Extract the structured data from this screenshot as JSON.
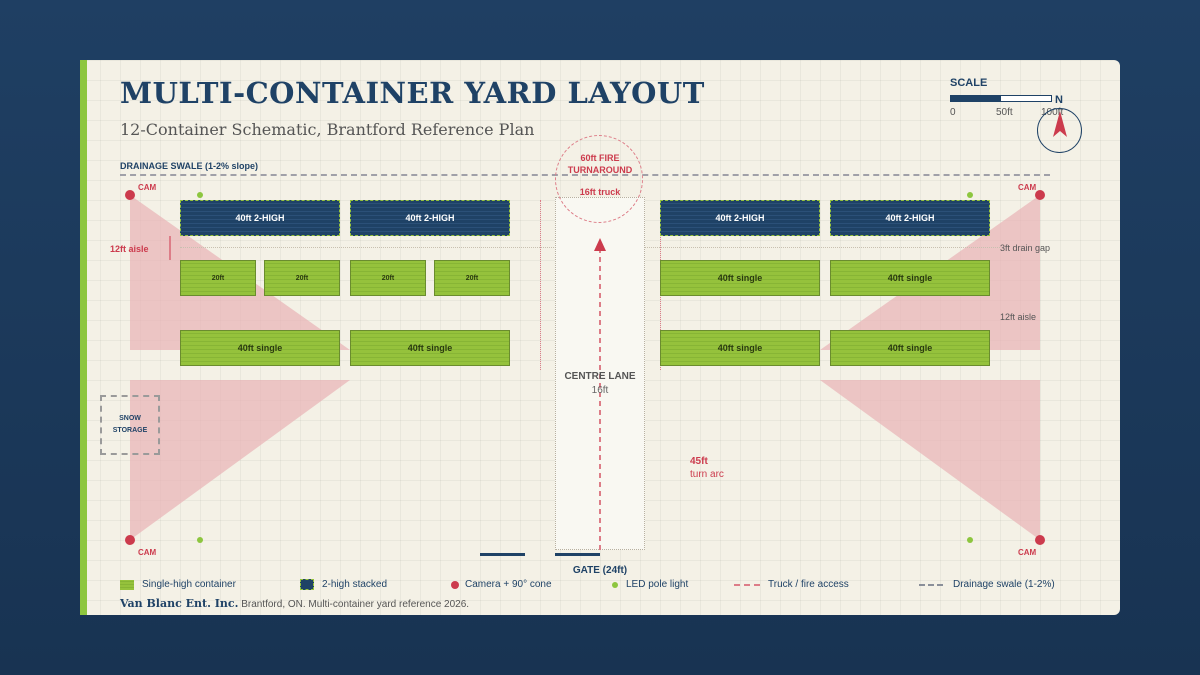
{
  "title": "MULTI-CONTAINER YARD LAYOUT",
  "subtitle": "12-Container Schematic, Brantford Reference Plan",
  "scale": {
    "label": "SCALE",
    "ticks": [
      "0",
      "50ft",
      "100ft"
    ],
    "north": "N"
  },
  "drainage": {
    "label": "DRAINAGE SWALE (1-2% slope)"
  },
  "cameras": {
    "label": "CAM"
  },
  "containers": {
    "stacked": [
      "40ft 2-HIGH",
      "40ft 2-HIGH",
      "40ft 2-HIGH",
      "40ft 2-HIGH"
    ],
    "small": [
      "20ft",
      "20ft",
      "20ft",
      "20ft"
    ],
    "singles_row2_right": [
      "40ft single",
      "40ft single"
    ],
    "singles_row3": [
      "40ft single",
      "40ft single",
      "40ft single",
      "40ft single"
    ]
  },
  "aisles": {
    "left": "12ft aisle",
    "drain_gap": "3ft drain gap",
    "right": "12ft aisle"
  },
  "turnaround": {
    "line1": "60ft FIRE",
    "line2": "TURNAROUND",
    "truck": "16ft truck"
  },
  "centre_lane": {
    "label": "CENTRE LANE",
    "width": "16ft"
  },
  "snow_storage": {
    "line1": "SNOW",
    "line2": "STORAGE"
  },
  "turn_arc": {
    "value": "45ft",
    "label": "turn arc"
  },
  "gate": {
    "label": "GATE (24ft)"
  },
  "legend": {
    "single": "Single-high container",
    "stacked": "2-high stacked",
    "camera": "Camera + 90° cone",
    "led": "LED pole light",
    "truck": "Truck / fire access",
    "swale": "Drainage swale (1-2%)"
  },
  "footer": {
    "brand": "Van Blanc Ent. Inc.",
    "text": "Brantford, ON. Multi-container yard reference 2026."
  },
  "colors": {
    "navy": "#1f4266",
    "green": "#95c23c",
    "red": "#cc3b4d",
    "cone": "#e8b2b5",
    "paper": "#f4f1e6"
  }
}
